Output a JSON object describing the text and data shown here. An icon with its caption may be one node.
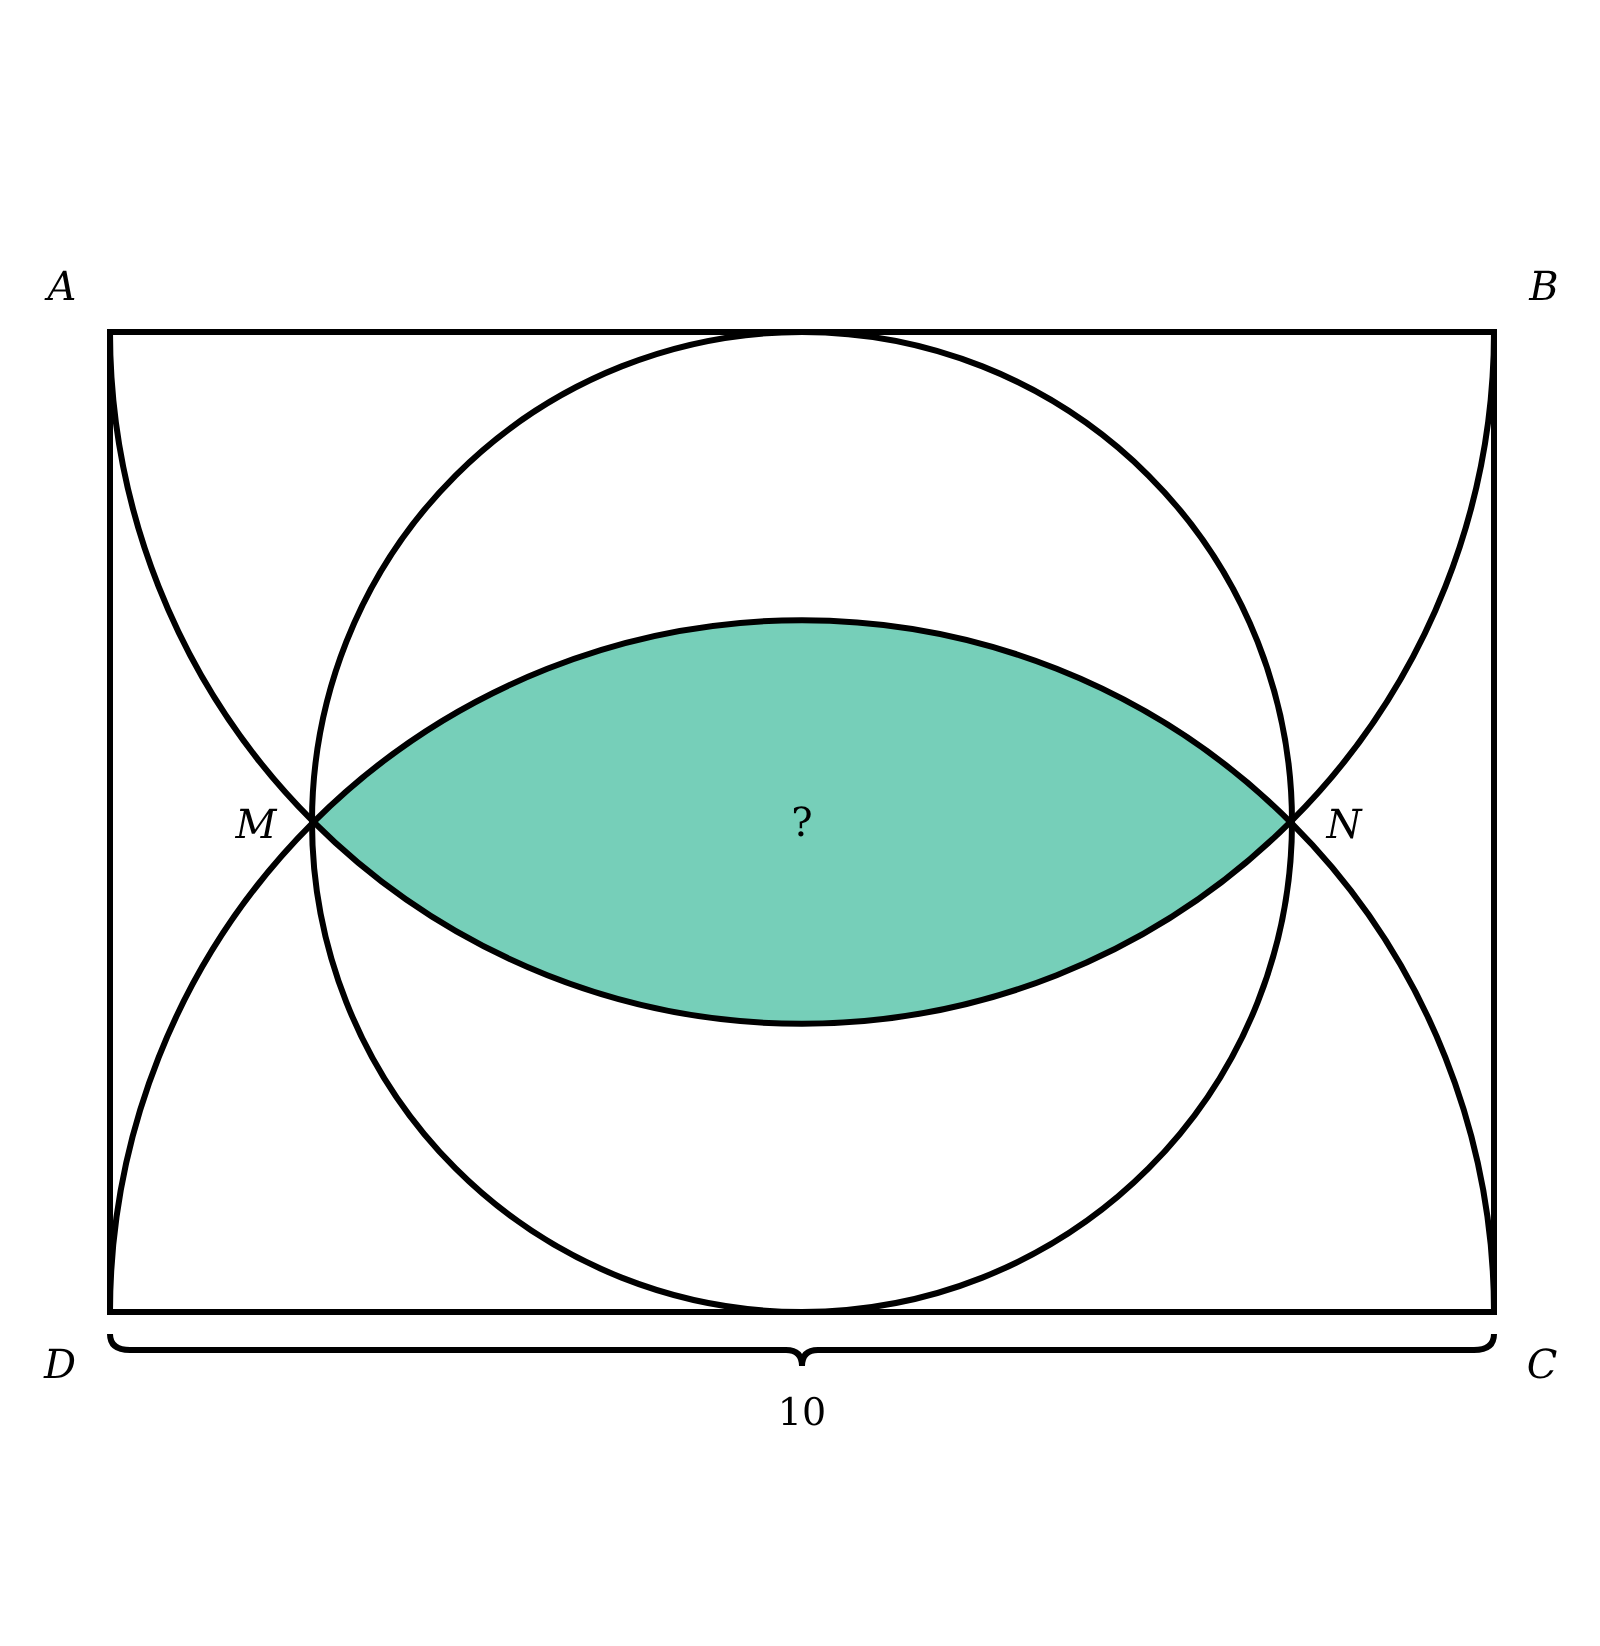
{
  "diagram": {
    "nodes": [
      {
        "text": [
          "?"
        ]
      }
    ],
    "edges": [],
    "labels": [
      "A",
      "B",
      "M",
      "N",
      "D",
      "C",
      "10"
    ]
  }
}
